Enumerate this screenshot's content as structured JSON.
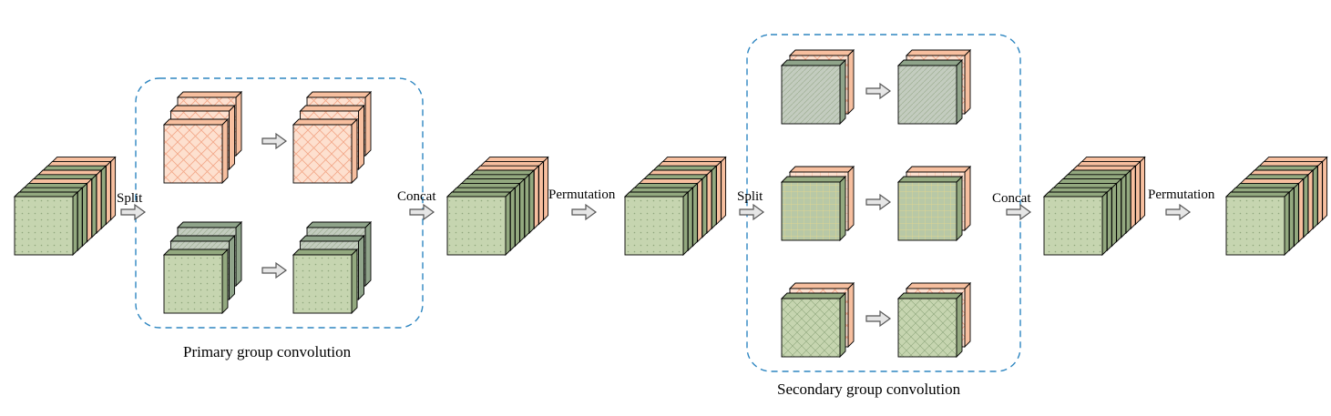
{
  "labels": {
    "split": "Split",
    "concat": "Concat",
    "permutation": "Permutation",
    "primary_caption": "Primary group convolution",
    "secondary_caption": "Secondary group convolution"
  },
  "colors": {
    "green_face": "#c6d5b0",
    "green_side": "#93a97f",
    "peach_face": "#fde0cf",
    "peach_side": "#f7bf9f",
    "gray_face": "#c3ccbf",
    "gray_side": "#8fa48a",
    "group_border": "#2e86c1",
    "arrow_fill": "#e6e6e6",
    "arrow_stroke": "#555555"
  }
}
